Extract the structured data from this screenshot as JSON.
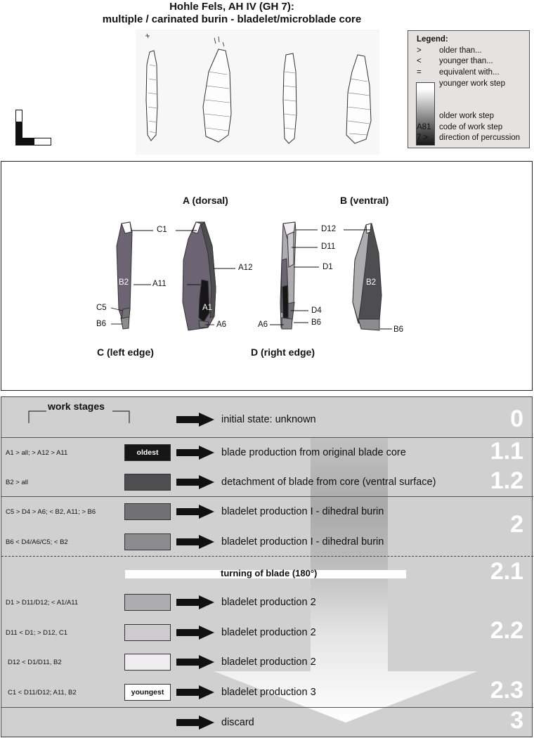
{
  "title": {
    "line1": "Hohle Fels, AH IV (GH 7):",
    "line2": "multiple / carinated burin - bladelet/microblade core"
  },
  "legend": {
    "title": "Legend:",
    "items": [
      {
        "symbol": ">",
        "text": "older than..."
      },
      {
        "symbol": "<",
        "text": "younger than..."
      },
      {
        "symbol": "=",
        "text": "equivalent with..."
      }
    ],
    "younger": "younger work step",
    "older": "older work step",
    "code_symbol": "A81",
    "code_text": "code of work step",
    "dir_symbol": "7 >",
    "dir_text": "direction of percussion"
  },
  "diagram": {
    "views": {
      "dorsal": "A (dorsal)",
      "ventral": "B (ventral)",
      "left": "C (left edge)",
      "right": "D (right edge)"
    },
    "labels": {
      "c1": "C1",
      "a11": "A11",
      "a12": "A12",
      "a1": "A1",
      "a6_a": "A6",
      "b2_c": "B2",
      "c5": "C5",
      "b6_c": "B6",
      "d12": "D12",
      "d11": "D11",
      "d1": "D1",
      "d4": "D4",
      "a6_d": "A6",
      "b6_d": "B6",
      "b2_b": "B2",
      "b6_b": "B6"
    }
  },
  "stages": {
    "header": "work stages",
    "turning": "turning of blade (180°)",
    "rows": [
      {
        "code": "",
        "swatch": "",
        "color": "",
        "desc": "initial state: unknown"
      },
      {
        "code": "A1 > all; > A12 > A11",
        "swatch": "oldest",
        "color": "#161616",
        "desc": "blade production from original blade core"
      },
      {
        "code": "B2 > all",
        "swatch": "",
        "color": "#4e4e50",
        "desc": "detachment of blade from core (ventral surface)"
      },
      {
        "code": "C5 > D4 > A6; < B2, A11; > B6",
        "swatch": "",
        "color": "#717174",
        "desc": "bladelet production I - dihedral burin"
      },
      {
        "code": "B6 < D4/A6/C5; < B2",
        "swatch": "",
        "color": "#8c8c8e",
        "desc": "bladelet production I - dihedral burin"
      },
      {
        "code": "D1 > D11/D12; < A1/A11",
        "swatch": "",
        "color": "#adadaf",
        "desc": "bladelet production 2"
      },
      {
        "code": "D11 < D1; > D12, C1",
        "swatch": "",
        "color": "#cdcbcd",
        "desc": "bladelet production 2"
      },
      {
        "code": "D12 < D1/D11, B2",
        "swatch": "",
        "color": "#efedef",
        "desc": "bladelet production 2"
      },
      {
        "code": "C1 < D11/D12; A11, B2",
        "swatch": "youngest",
        "color": "#ffffff",
        "desc": "bladelet production 3"
      },
      {
        "code": "",
        "swatch": "",
        "color": "",
        "desc": "discard"
      }
    ],
    "numbers": {
      "s0": "0",
      "s11": "1.1",
      "s12": "1.2",
      "s2": "2",
      "s21": "2.1",
      "s22": "2.2",
      "s23": "2.3",
      "s3": "3"
    }
  }
}
